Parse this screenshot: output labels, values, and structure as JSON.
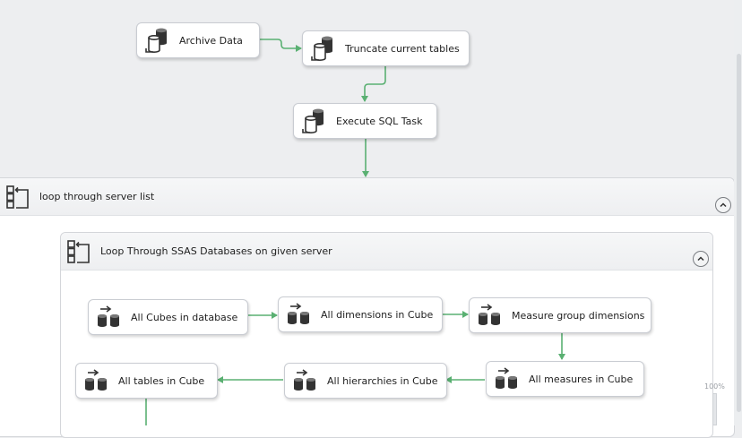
{
  "colors": {
    "canvas": "#edeef0",
    "connector": "#5ab072",
    "task_border": "#c9ccd2",
    "icon": "#333333"
  },
  "tasks": {
    "archive_data": {
      "label": "Archive Data",
      "icon": "sql-task-icon"
    },
    "truncate_tables": {
      "label": "Truncate current tables",
      "icon": "sql-task-icon"
    },
    "execute_sql": {
      "label": "Execute SQL Task",
      "icon": "sql-task-icon"
    },
    "all_cubes": {
      "label": "All Cubes in database",
      "icon": "dataflow-task-icon"
    },
    "all_dimensions": {
      "label": "All dimensions in Cube",
      "icon": "dataflow-task-icon"
    },
    "measure_group_dimensions": {
      "label": "Measure group dimensions",
      "icon": "dataflow-task-icon"
    },
    "all_measures": {
      "label": "All measures in Cube",
      "icon": "dataflow-task-icon"
    },
    "all_hierarchies": {
      "label": "All hierarchies in Cube",
      "icon": "dataflow-task-icon"
    },
    "all_tables": {
      "label": "All tables in Cube",
      "icon": "dataflow-task-icon"
    }
  },
  "containers": {
    "server_loop": {
      "label": "loop through server list",
      "icon": "foreach-loop-icon"
    },
    "ssas_loop": {
      "label": "Loop Through SSAS Databases on given server",
      "icon": "foreach-loop-icon"
    }
  },
  "zoom": {
    "label": "100%"
  }
}
